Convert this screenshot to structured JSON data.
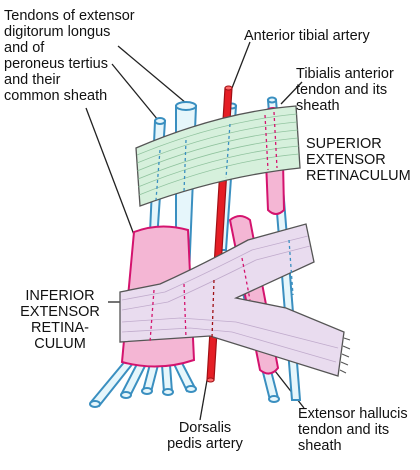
{
  "diagram": {
    "labels": {
      "edl_tendons": "Tendons of extensor\ndigitorum longus\nand of\nperoneus tertius\nand their\ncommon sheath",
      "anterior_tibial_artery": "Anterior tibial artery",
      "tibialis_anterior": "Tibialis anterior\ntendon and its\nsheath",
      "superior_retinaculum": "SUPERIOR\nEXTENSOR\nRETINACULUM",
      "inferior_retinaculum": "INFERIOR\nEXTENSOR\nRETINA-\nCULUM",
      "dorsalis_pedis": "Dorsalis\npedis artery",
      "extensor_hallucis": "Extensor hallucis\ntendon and its\nsheath"
    },
    "colors": {
      "tendon_fill": "#e6f6fb",
      "tendon_stroke": "#3a8fc0",
      "sheath_fill": "#f4b6d4",
      "sheath_stroke": "#d4136e",
      "artery": "#e51e25",
      "superior_band": "#d6f0dc",
      "inferior_band": "#e9dcef",
      "band_stroke": "#555555",
      "leader": "#222222"
    }
  }
}
